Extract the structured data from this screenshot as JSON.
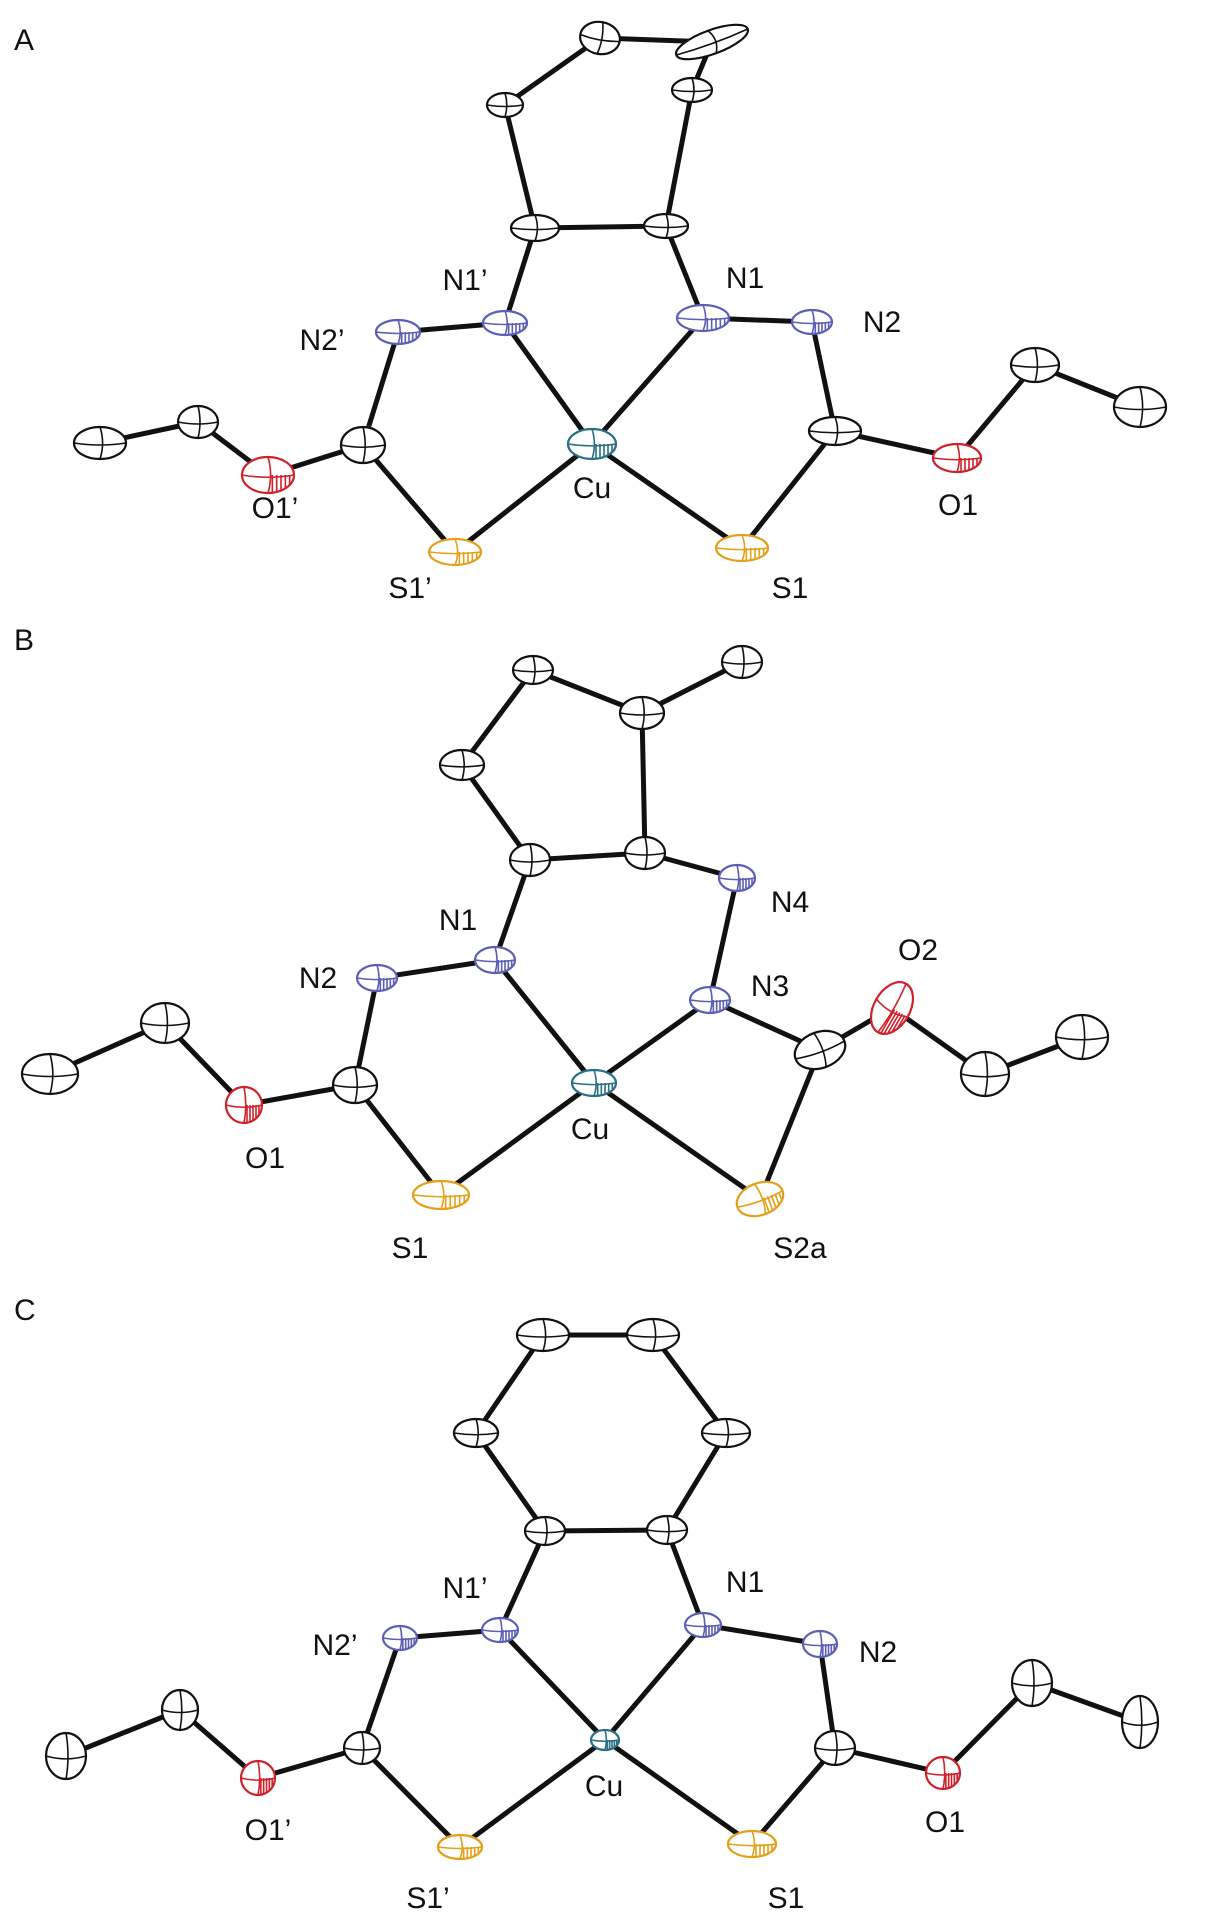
{
  "colors": {
    "C": "#111111",
    "N": "#5b5fb5",
    "O": "#d0202a",
    "S": "#e3a018",
    "Cu": "#2a6f86"
  },
  "panels": [
    {
      "id": "A",
      "label": "A",
      "atoms": [
        {
          "id": "a1",
          "el": "C",
          "lbl": ""
        },
        {
          "id": "a2",
          "el": "C",
          "lbl": ""
        },
        {
          "id": "a3",
          "el": "C",
          "lbl": ""
        },
        {
          "id": "a4",
          "el": "C",
          "lbl": ""
        },
        {
          "id": "a5",
          "el": "C",
          "lbl": ""
        },
        {
          "id": "a6",
          "el": "C",
          "lbl": ""
        },
        {
          "id": "n1p",
          "el": "N",
          "lbl": "N1’"
        },
        {
          "id": "n1",
          "el": "N",
          "lbl": "N1"
        },
        {
          "id": "n2p",
          "el": "N",
          "lbl": "N2’"
        },
        {
          "id": "n2",
          "el": "N",
          "lbl": "N2"
        },
        {
          "id": "cl",
          "el": "C",
          "lbl": ""
        },
        {
          "id": "cr",
          "el": "C",
          "lbl": ""
        },
        {
          "id": "o1p",
          "el": "O",
          "lbl": "O1’"
        },
        {
          "id": "o1",
          "el": "O",
          "lbl": "O1"
        },
        {
          "id": "el1",
          "el": "C",
          "lbl": ""
        },
        {
          "id": "el2",
          "el": "C",
          "lbl": ""
        },
        {
          "id": "er1",
          "el": "C",
          "lbl": ""
        },
        {
          "id": "er2",
          "el": "C",
          "lbl": ""
        },
        {
          "id": "s1p",
          "el": "S",
          "lbl": "S1’"
        },
        {
          "id": "s1",
          "el": "S",
          "lbl": "S1"
        },
        {
          "id": "cu",
          "el": "Cu",
          "lbl": "Cu"
        }
      ]
    },
    {
      "id": "B",
      "label": "B",
      "atoms": [
        {
          "id": "b1",
          "el": "C",
          "lbl": ""
        },
        {
          "id": "b2",
          "el": "C",
          "lbl": ""
        },
        {
          "id": "b3",
          "el": "C",
          "lbl": ""
        },
        {
          "id": "b4",
          "el": "C",
          "lbl": ""
        },
        {
          "id": "b5",
          "el": "C",
          "lbl": ""
        },
        {
          "id": "b6",
          "el": "C",
          "lbl": ""
        },
        {
          "id": "n1",
          "el": "N",
          "lbl": "N1"
        },
        {
          "id": "n4",
          "el": "N",
          "lbl": "N4"
        },
        {
          "id": "n2",
          "el": "N",
          "lbl": "N2"
        },
        {
          "id": "n3",
          "el": "N",
          "lbl": "N3"
        },
        {
          "id": "cl",
          "el": "C",
          "lbl": ""
        },
        {
          "id": "cr",
          "el": "C",
          "lbl": ""
        },
        {
          "id": "o1",
          "el": "O",
          "lbl": "O1"
        },
        {
          "id": "o2",
          "el": "O",
          "lbl": "O2"
        },
        {
          "id": "el1",
          "el": "C",
          "lbl": ""
        },
        {
          "id": "el2",
          "el": "C",
          "lbl": ""
        },
        {
          "id": "er1",
          "el": "C",
          "lbl": ""
        },
        {
          "id": "er2",
          "el": "C",
          "lbl": ""
        },
        {
          "id": "s1",
          "el": "S",
          "lbl": "S1"
        },
        {
          "id": "s2a",
          "el": "S",
          "lbl": "S2a"
        },
        {
          "id": "cu",
          "el": "Cu",
          "lbl": "Cu"
        }
      ]
    },
    {
      "id": "C",
      "label": "C",
      "atoms": [
        {
          "id": "c1",
          "el": "C",
          "lbl": ""
        },
        {
          "id": "c2",
          "el": "C",
          "lbl": ""
        },
        {
          "id": "c3",
          "el": "C",
          "lbl": ""
        },
        {
          "id": "c4",
          "el": "C",
          "lbl": ""
        },
        {
          "id": "c5",
          "el": "C",
          "lbl": ""
        },
        {
          "id": "c6",
          "el": "C",
          "lbl": ""
        },
        {
          "id": "n1p",
          "el": "N",
          "lbl": "N1’"
        },
        {
          "id": "n1",
          "el": "N",
          "lbl": "N1"
        },
        {
          "id": "n2p",
          "el": "N",
          "lbl": "N2’"
        },
        {
          "id": "n2",
          "el": "N",
          "lbl": "N2"
        },
        {
          "id": "cl",
          "el": "C",
          "lbl": ""
        },
        {
          "id": "cr",
          "el": "C",
          "lbl": ""
        },
        {
          "id": "o1p",
          "el": "O",
          "lbl": "O1’"
        },
        {
          "id": "o1",
          "el": "O",
          "lbl": "O1"
        },
        {
          "id": "el1",
          "el": "C",
          "lbl": ""
        },
        {
          "id": "el2",
          "el": "C",
          "lbl": ""
        },
        {
          "id": "er1",
          "el": "C",
          "lbl": ""
        },
        {
          "id": "er2",
          "el": "C",
          "lbl": ""
        },
        {
          "id": "s1p",
          "el": "S",
          "lbl": "S1’"
        },
        {
          "id": "s1",
          "el": "S",
          "lbl": "S1"
        },
        {
          "id": "cu",
          "el": "Cu",
          "lbl": "Cu"
        }
      ]
    }
  ]
}
